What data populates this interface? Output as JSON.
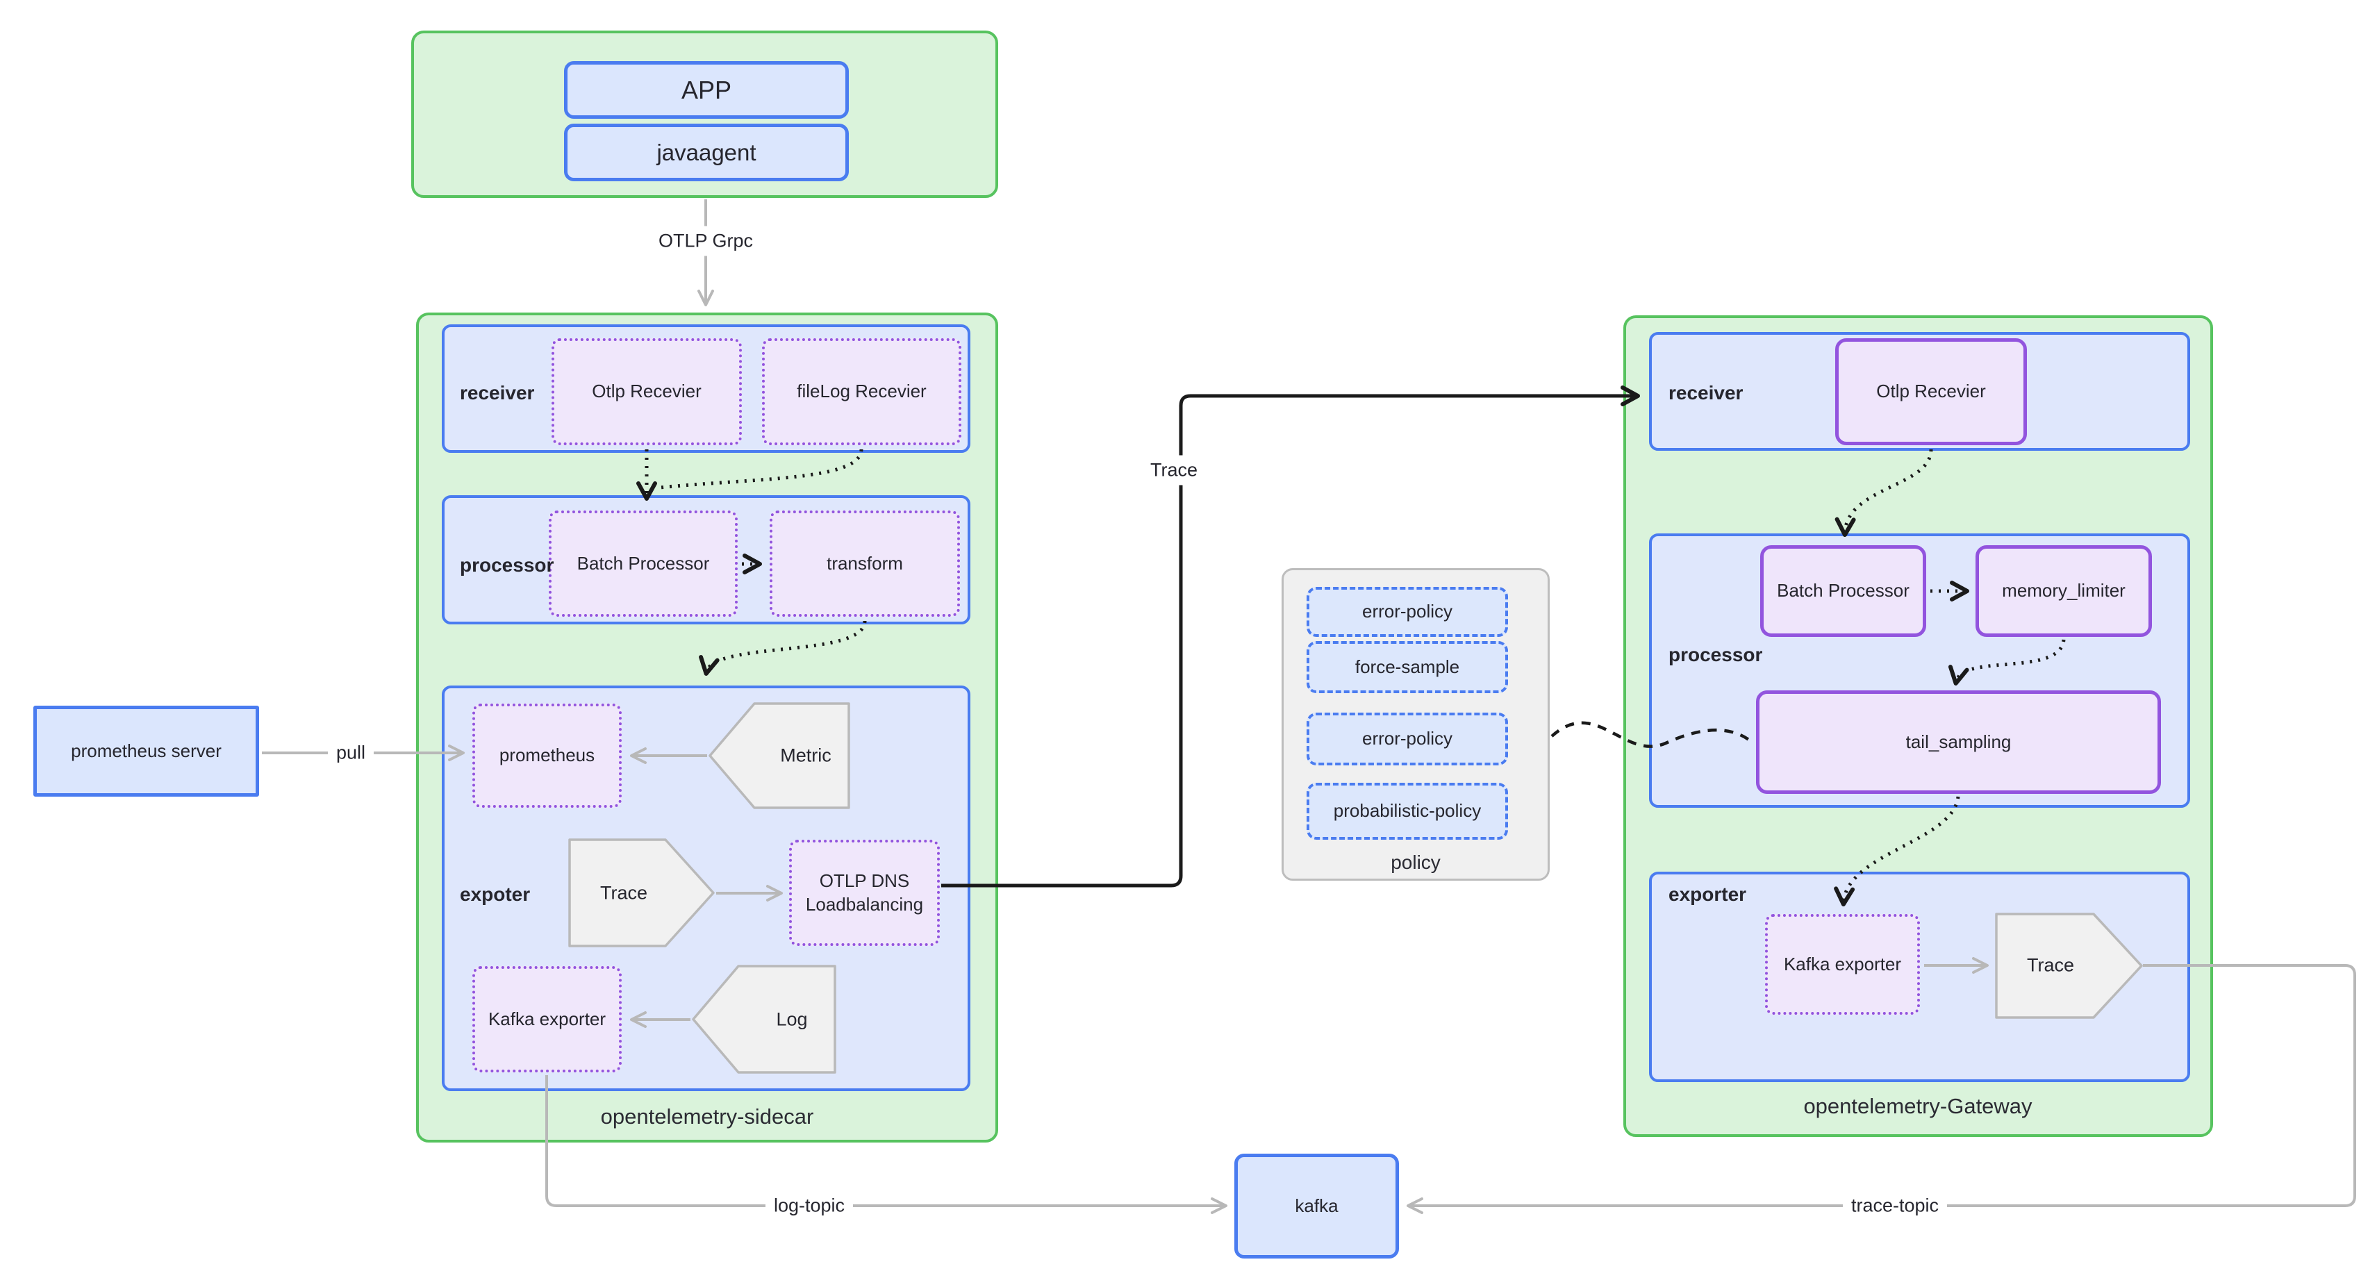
{
  "app_group": {
    "app_label": "APP",
    "javaagent_label": "javaagent"
  },
  "connections": {
    "otlp_grpc": "OTLP Grpc",
    "pull": "pull",
    "trace": "Trace",
    "log_topic": "log-topic",
    "trace_topic": "trace-topic"
  },
  "external": {
    "prometheus_server": "prometheus server",
    "kafka": "kafka"
  },
  "sidecar": {
    "title": "opentelemetry-sidecar",
    "receiver_label": "receiver",
    "otlp_receiver": "Otlp Recevier",
    "filelog_receiver": "fileLog Recevier",
    "processor_label": "processor",
    "batch_processor": "Batch Processor",
    "transform": "transform",
    "exporter_label": "expoter",
    "prometheus": "prometheus",
    "metric": "Metric",
    "trace": "Trace",
    "otlp_dns": "OTLP DNS Loadbalancing",
    "kafka_exporter": "Kafka exporter",
    "log": "Log"
  },
  "gateway": {
    "title": "opentelemetry-Gateway",
    "receiver_label": "receiver",
    "otlp_receiver": "Otlp Recevier",
    "processor_label": "processor",
    "batch_processor": "Batch Processor",
    "memory_limiter": "memory_limiter",
    "tail_sampling": "tail_sampling",
    "exporter_label": "exporter",
    "kafka_exporter": "Kafka exporter",
    "trace": "Trace"
  },
  "policy": {
    "title": "policy",
    "items": [
      "error-policy",
      "force-sample",
      "error-policy",
      "probabilistic-policy"
    ]
  },
  "colors": {
    "green_border": "#57c35f",
    "green_fill": "#daf3db",
    "blue_border": "#4a7cf0",
    "blue_fill": "#dfe7fc",
    "purple_border": "#9254de",
    "purple_fill": "#f0e7fb",
    "gray_line": "#b8b8b8",
    "black_line": "#1a1a1a"
  }
}
